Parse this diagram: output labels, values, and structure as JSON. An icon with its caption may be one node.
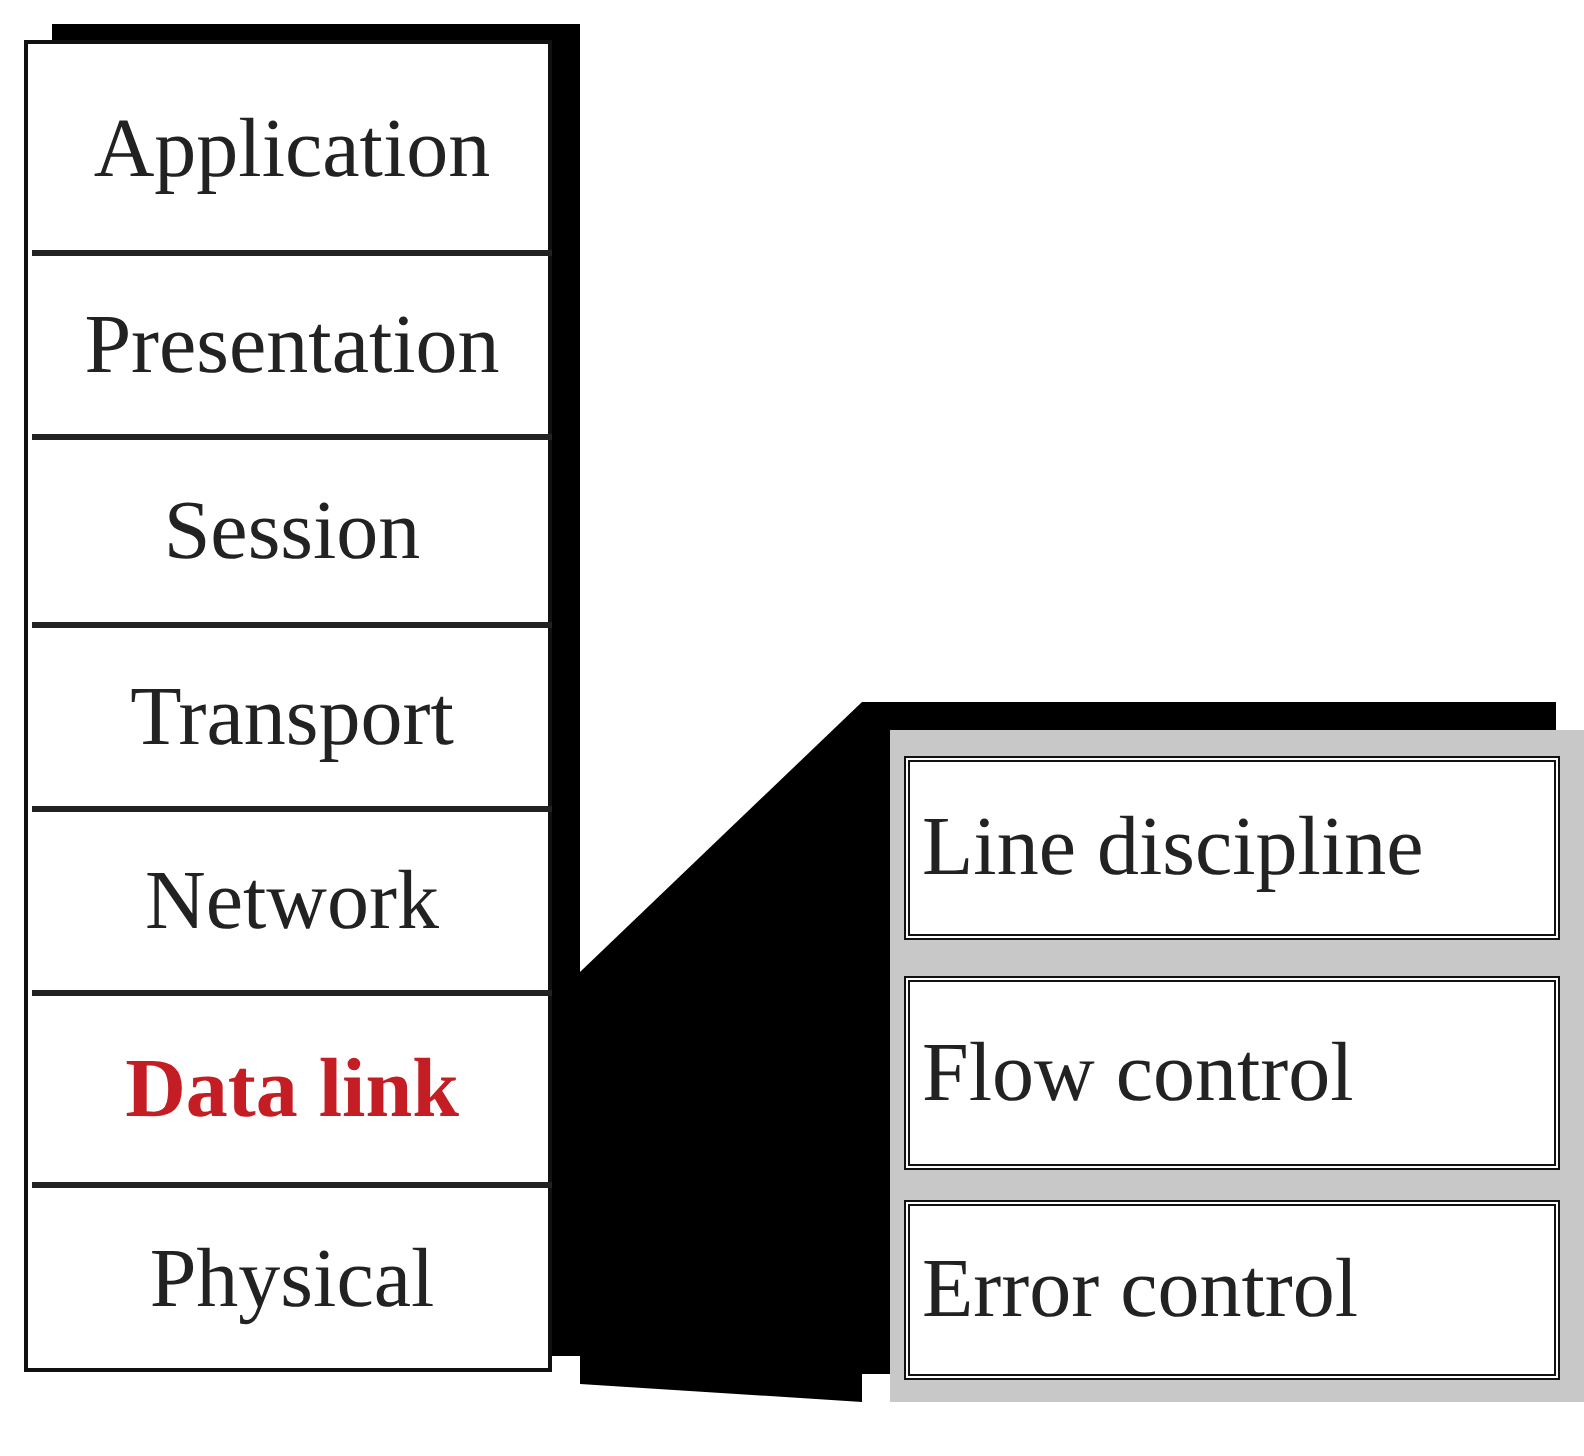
{
  "diagram": {
    "nodes": [
      {
        "text": [],
        "shape": "box"
      },
      {
        "text": [
          "Application"
        ],
        "in": 0
      },
      {
        "text": [
          "Presentation"
        ],
        "in": 0
      },
      {
        "text": [
          "Session"
        ],
        "in": 0
      },
      {
        "text": [
          "Transport"
        ],
        "in": 0
      },
      {
        "text": [
          "Network"
        ],
        "in": 0
      },
      {
        "text": [
          "Data link"
        ],
        "in": 0
      },
      {
        "text": [
          "Physical"
        ],
        "in": 0
      },
      {
        "text": [],
        "shape": "box"
      },
      {
        "text": [
          "Line discipline"
        ],
        "in": 8
      },
      {
        "text": [
          "Flow control"
        ],
        "in": 8
      },
      {
        "text": [
          "Error control"
        ],
        "in": 8
      }
    ],
    "edges": [
      {
        "from": 6,
        "to": 8,
        "arrow": "none",
        "style": "thick"
      }
    ]
  }
}
